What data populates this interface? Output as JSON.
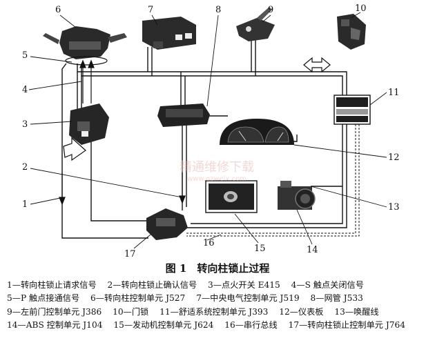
{
  "watermark": {
    "cn": "精通维修下载",
    "url": "www.gzweix.com"
  },
  "figure_title": "图 1　转向柱锁止过程",
  "callouts": [
    "1",
    "2",
    "3",
    "4",
    "5",
    "6",
    "7",
    "8",
    "9",
    "10",
    "11",
    "12",
    "13",
    "14",
    "15",
    "16",
    "17"
  ],
  "legend": [
    [
      "1—转向柱锁止请求信号",
      "2—转向柱锁止确认信号",
      "3—点火开关 E415",
      "4—S 触点关闭信号"
    ],
    [
      "5—P 触点接通信号",
      "6—转向柱控制单元 J527",
      "7—中央电气控制单元 J519",
      "8—网管 J533"
    ],
    [
      "9—左前门控制单元 J386",
      "10—门锁",
      "11—舒适系统控制单元 J393",
      "12—仪表板",
      "13—唤醒线"
    ],
    [
      "14—ABS 控制单元 J104",
      "15—发动机控制单元 J624",
      "16—串行总线",
      "17—转向柱锁止控制单元 J764"
    ]
  ]
}
